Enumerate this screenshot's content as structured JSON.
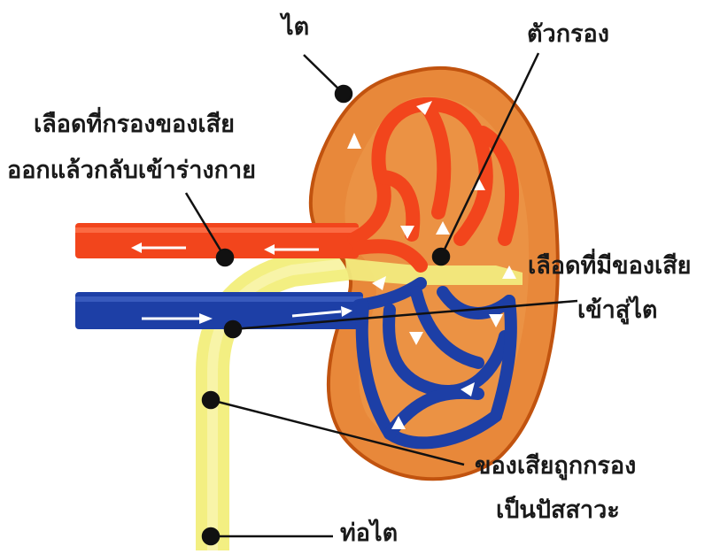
{
  "labels": {
    "kidney": "ไต",
    "filter": "ตัวกรอง",
    "filtered_blood_line1": "เลือดที่กรองของเสีย",
    "filtered_blood_line2": "ออกแล้วกลับเข้าร่างกาย",
    "dirty_blood_line1": "เลือดที่มีของเสีย",
    "dirty_blood_line2": "เข้าสู่ไต",
    "waste_line1": "ของเสียถูกกรอง",
    "waste_line2": "เป็นปัสสาวะ",
    "ureter": "ท่อไต"
  },
  "colors": {
    "kidney": "#e8883a",
    "kidney_outline": "#c1530f",
    "artery": "#f2451c",
    "vein": "#1d3fa6",
    "ureter": "#f3ef82",
    "arrow": "#ffffff"
  }
}
